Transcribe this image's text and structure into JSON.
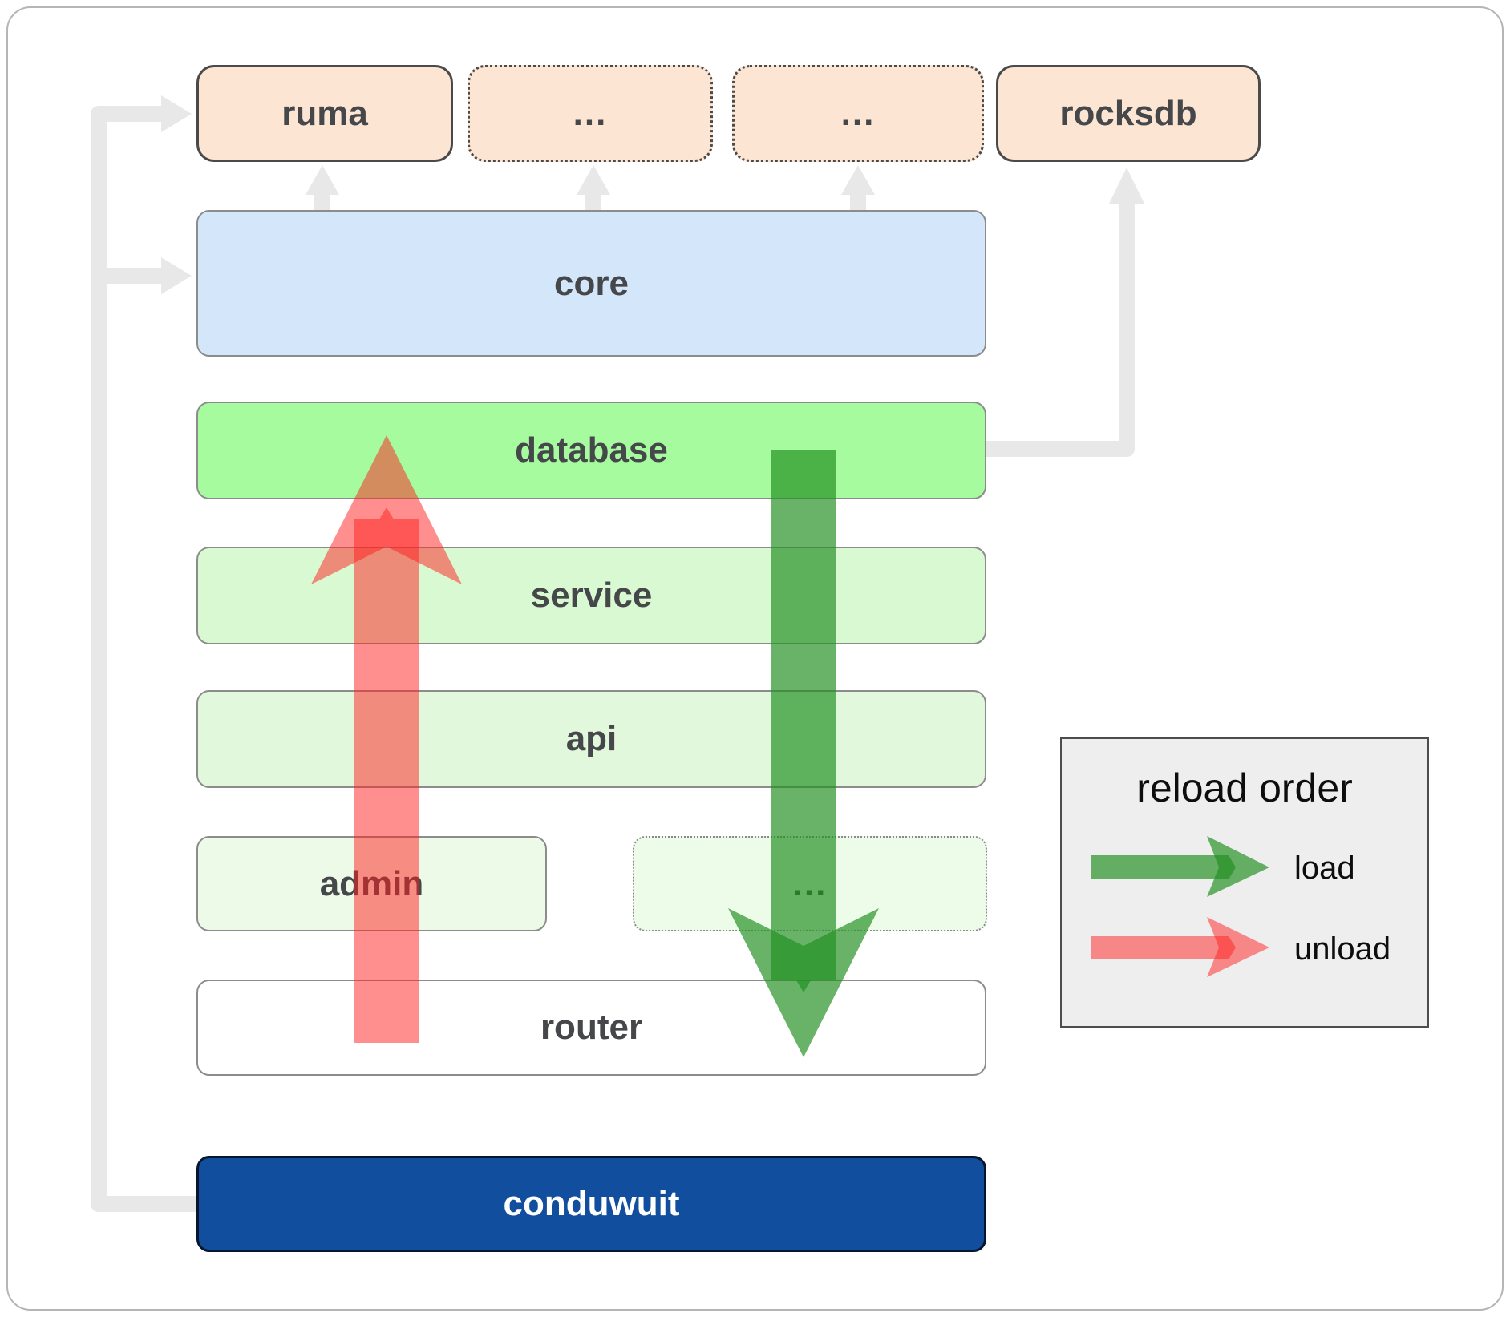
{
  "boxes": {
    "ruma": {
      "label": "ruma"
    },
    "ellipsis1": {
      "label": "..."
    },
    "ellipsis2": {
      "label": "..."
    },
    "rocksdb": {
      "label": "rocksdb"
    },
    "core": {
      "label": "core"
    },
    "database": {
      "label": "database"
    },
    "service": {
      "label": "service"
    },
    "api": {
      "label": "api"
    },
    "admin": {
      "label": "admin"
    },
    "ellipsis3": {
      "label": "..."
    },
    "router": {
      "label": "router"
    },
    "conduwuit": {
      "label": "conduwuit"
    }
  },
  "legend": {
    "title": "reload order",
    "load_label": "load",
    "unload_label": "unload"
  },
  "colors": {
    "peach_fill": "#fce5d3",
    "peach_border": "#4a4a4a",
    "core_blue": "#d4e6fa",
    "database_green": "#a5fb9d",
    "service_green": "#d9f9d3",
    "api_green": "#e1f8dd",
    "admin_green": "#ecfae7",
    "router_white": "#ffffff",
    "conduwuit_blue": "#114f9e",
    "stack_border_gray": "#8c8c8c",
    "connector_gray": "#e8e8e8",
    "load_arrow_green": "rgba(33,143,33,0.68)",
    "unload_arrow_red": "rgba(255,30,30,0.5)",
    "legend_bg": "#eeeeee",
    "legend_border": "#4d4d4d",
    "label_gray": "#45474a"
  }
}
